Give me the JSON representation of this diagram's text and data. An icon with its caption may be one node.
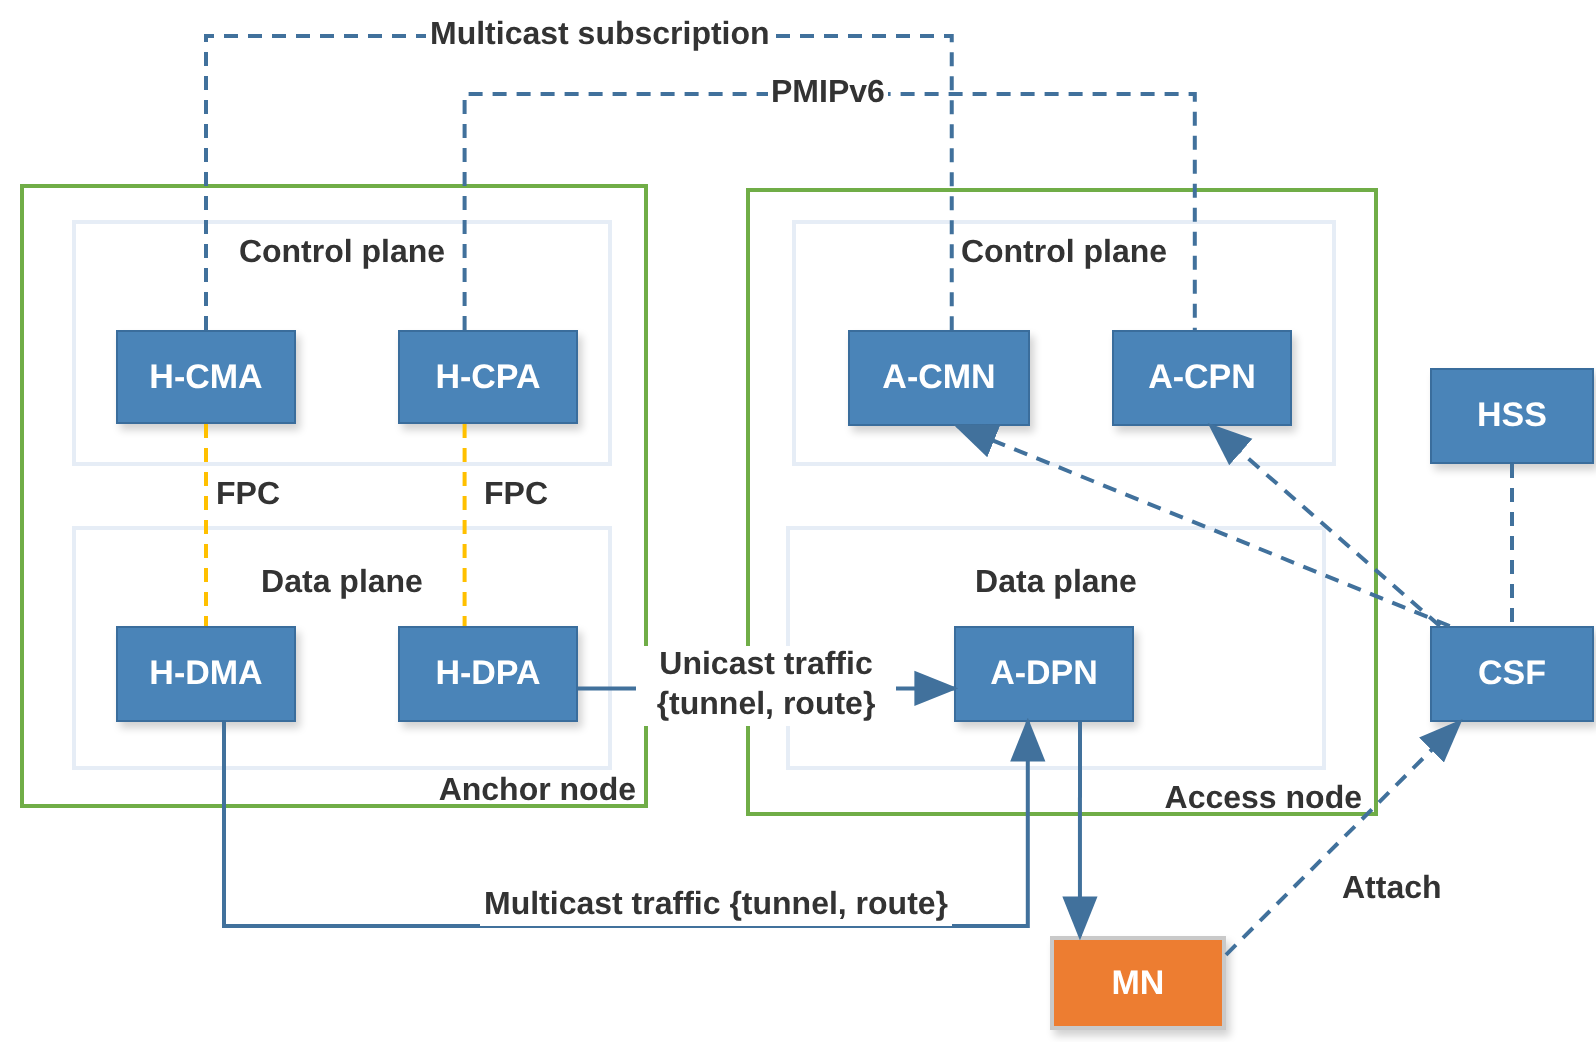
{
  "diagram": {
    "nodes": [
      {
        "text": [
          "Anchor node"
        ]
      },
      {
        "text": [
          "Control plane"
        ],
        "in": 0
      },
      {
        "text": [
          "H-CMA"
        ],
        "in": 1
      },
      {
        "text": [
          "H-CPA"
        ],
        "in": 1
      },
      {
        "text": [
          "Data plane"
        ],
        "in": 0
      },
      {
        "text": [
          "H-DMA"
        ],
        "in": 4
      },
      {
        "text": [
          "H-DPA"
        ],
        "in": 4
      },
      {
        "text": [
          "Access node"
        ]
      },
      {
        "text": [
          "Control plane"
        ],
        "in": 7
      },
      {
        "text": [
          "A-CMN"
        ],
        "in": 8
      },
      {
        "text": [
          "A-CPN"
        ],
        "in": 8
      },
      {
        "text": [
          "Data plane"
        ],
        "in": 7
      },
      {
        "text": [
          "A-DPN"
        ],
        "in": 11
      },
      {
        "text": [
          "HSS"
        ]
      },
      {
        "text": [
          "CSF"
        ]
      },
      {
        "text": [
          "MN"
        ]
      }
    ],
    "edges": [
      {
        "from": 2,
        "to": 9,
        "arrow": "none",
        "label": "Multicast subscription",
        "style": "dashed"
      },
      {
        "from": 3,
        "to": 10,
        "arrow": "none",
        "label": "PMIPv6",
        "style": "dashed"
      },
      {
        "from": 2,
        "to": 5,
        "arrow": "none",
        "label": "FPC",
        "style": "dashed",
        "color": "#ffc000"
      },
      {
        "from": 3,
        "to": 6,
        "arrow": "none",
        "label": "FPC",
        "style": "dashed",
        "color": "#ffc000"
      },
      {
        "from": 6,
        "to": 12,
        "arrow": "to",
        "label": "Unicast traffic {tunnel, route}"
      },
      {
        "from": 5,
        "to": 12,
        "arrow": "to",
        "label": "Multicast traffic {tunnel, route}"
      },
      {
        "from": 12,
        "to": 15,
        "arrow": "to"
      },
      {
        "from": 14,
        "to": 9,
        "arrow": "to",
        "style": "dashed"
      },
      {
        "from": 14,
        "to": 10,
        "arrow": "to",
        "style": "dashed"
      },
      {
        "from": 13,
        "to": 14,
        "arrow": "none",
        "style": "dashed"
      },
      {
        "from": 15,
        "to": 14,
        "arrow": "to",
        "label": "Attach",
        "style": "dashed"
      }
    ]
  }
}
